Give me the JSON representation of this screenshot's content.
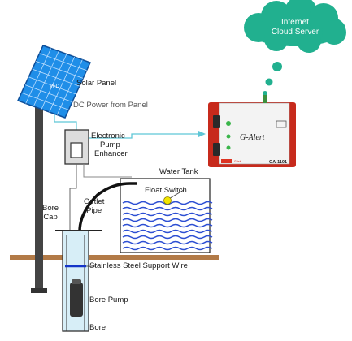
{
  "cloud": {
    "line1": "Internet",
    "line2": "Cloud Server"
  },
  "panel": {
    "badge": "VFD"
  },
  "labels": {
    "solar_panel": "Solar Panel",
    "dc_power": "DC Power from Panel",
    "enhancer_1": "Electronic",
    "enhancer_2": "Pump",
    "enhancer_3": "Enhancer",
    "water_tank": "Water Tank",
    "float_switch": "Float Switch",
    "outlet_1": "Outlet",
    "outlet_2": "Pipe",
    "bore_cap_1": "Bore",
    "bore_cap_2": "Cap",
    "support_wire": "Stainless Steel Support Wire",
    "bore_pump": "Bore Pump",
    "bore": "Bore"
  },
  "device": {
    "brand": "G-Alert",
    "model": "GA-1101",
    "sticker": "GAsk"
  },
  "colors": {
    "cloud": "#21b08f",
    "panel": "#1f8ee8",
    "signal": "#5ec6d6",
    "water": "#2d4fd3",
    "device_red": "#c72a1c",
    "ground": "#b27a47"
  }
}
